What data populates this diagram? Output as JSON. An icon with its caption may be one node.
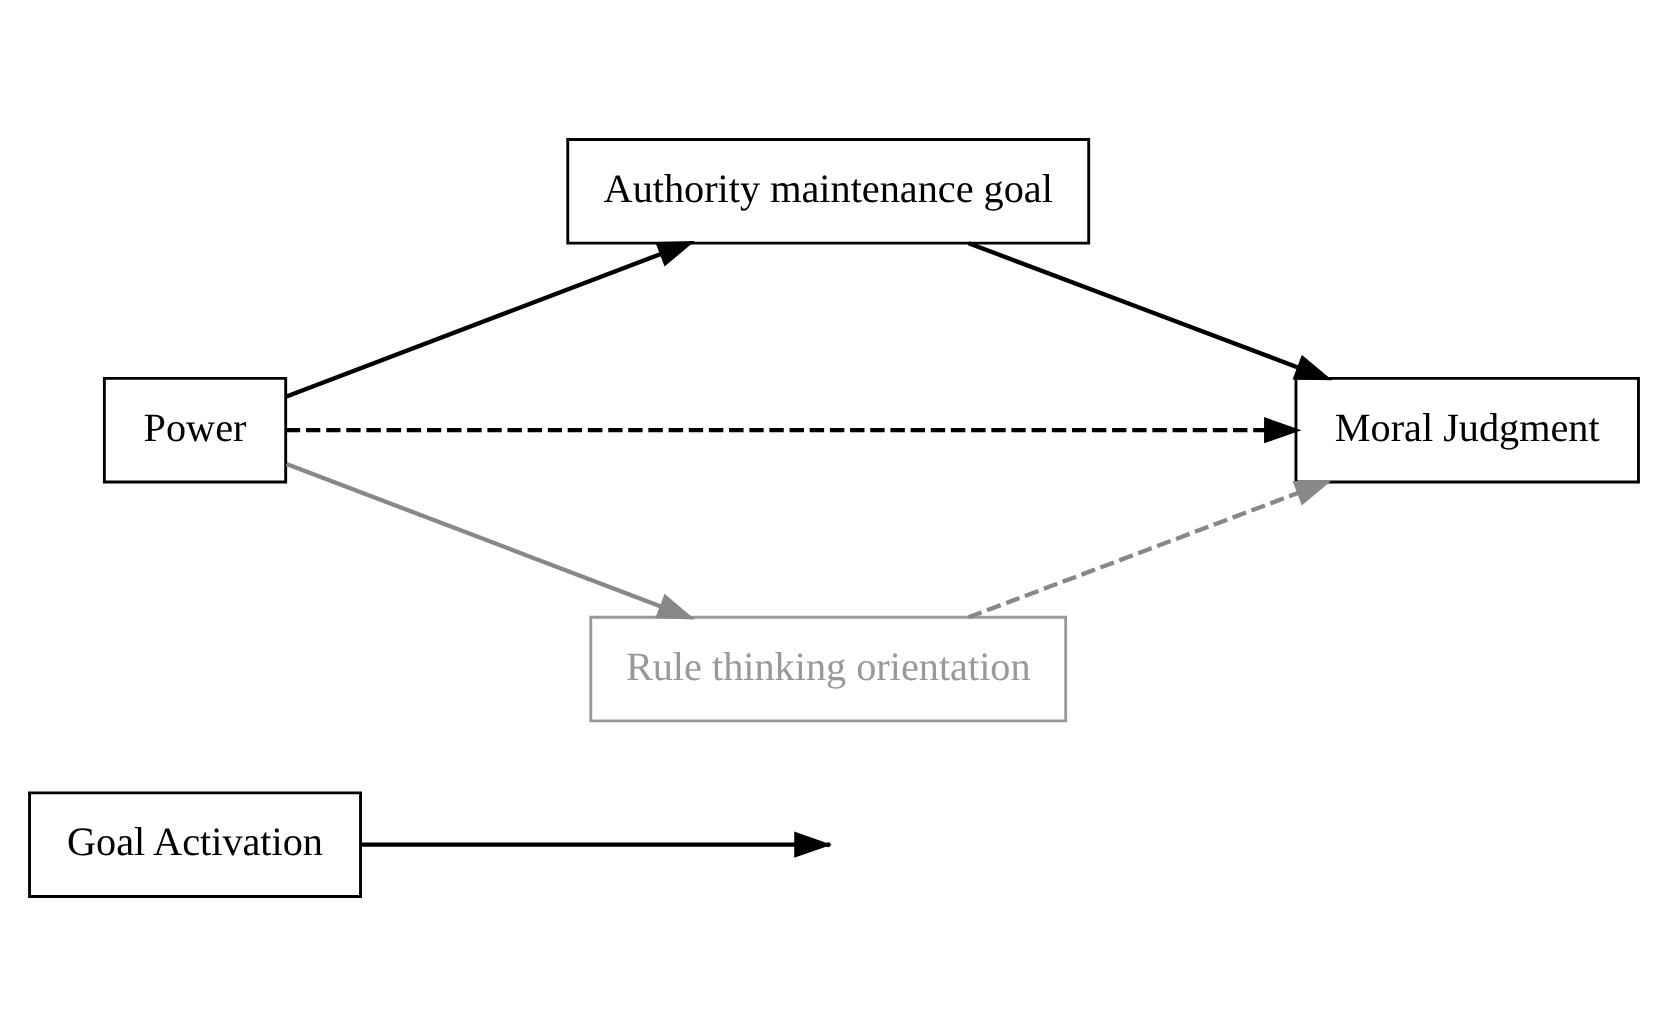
{
  "diagram": {
    "nodes": [
      {
        "text": [
          "Goal Activation"
        ]
      },
      {
        "text": [
          "Authority maintenance goal"
        ]
      },
      {
        "text": [
          "Power"
        ]
      },
      {
        "text": [
          "Moral Judgment"
        ]
      },
      {
        "text": [
          "Rule thinking orientation"
        ]
      }
    ],
    "edges": [
      {
        "from": 2,
        "to": 1,
        "arrow": "to"
      },
      {
        "from": 1,
        "to": 3,
        "arrow": "to"
      },
      {
        "from": 2,
        "to": 3,
        "arrow": "to",
        "style": "dashed"
      },
      {
        "from": 0,
        "to": null,
        "arrow": "to"
      },
      {
        "from": 2,
        "to": 4,
        "arrow": "to",
        "color": "#888888"
      },
      {
        "from": 4,
        "to": 3,
        "arrow": "to",
        "style": "dashed",
        "color": "#888888"
      }
    ]
  }
}
